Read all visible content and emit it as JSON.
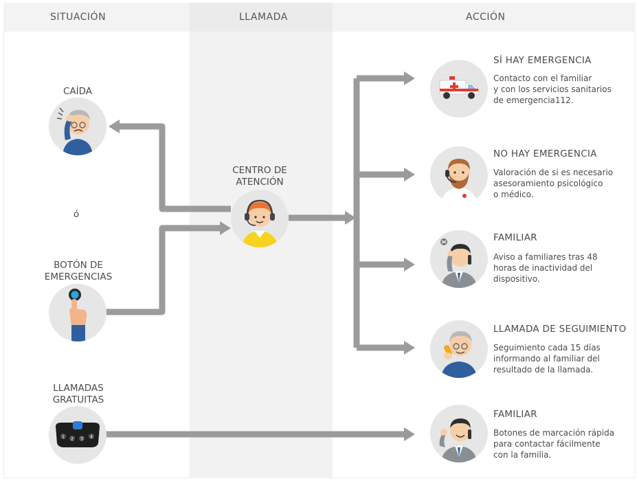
{
  "headers": {
    "situacion": "SITUACIÓN",
    "llamada": "LLAMADA",
    "accion": "ACCIÓN"
  },
  "situations": {
    "caida": "CAÍDA",
    "o": "ó",
    "boton_line1": "BOTÓN DE",
    "boton_line2": "EMERGENCIAS",
    "llamadas_line1": "LLAMADAS",
    "llamadas_line2": "GRATUITAS"
  },
  "center": {
    "line1": "CENTRO DE",
    "line2": "ATENCIÓN"
  },
  "actions": [
    {
      "title": "SÍ HAY EMERGENCIA",
      "description": "Contacto con el familiar\ny con los servicios sanitarios\nde emergencia112.",
      "icon": "ambulance-icon"
    },
    {
      "title": "NO HAY EMERGENCIA",
      "description": "Valoración de si es necesario\nasesoramiento psicológico\no médico.",
      "icon": "doctor-headset-icon"
    },
    {
      "title": "FAMILIAR",
      "description": "Aviso a familiares tras 48\nhoras de inactividad del\ndispositivo.",
      "icon": "worried-man-phone-icon"
    },
    {
      "title": "LLAMADA DE SEGUIMIENTO",
      "description": "Seguimiento cada 15 días\ninformando al familiar del\nresultado de la llamada.",
      "icon": "elderly-phone-icon"
    },
    {
      "title": "FAMILIAR",
      "description": "Botones de marcación rápida\npara contactar fácilmente\ncon la familia.",
      "icon": "happy-man-phone-icon"
    }
  ],
  "keypad_numbers": [
    "1",
    "2",
    "3",
    "4"
  ],
  "colors": {
    "arrow": "#9b9b9b",
    "circle_bg": "#e6e6e6",
    "band": "#f2f2f2",
    "text": "#4a4a4a"
  }
}
